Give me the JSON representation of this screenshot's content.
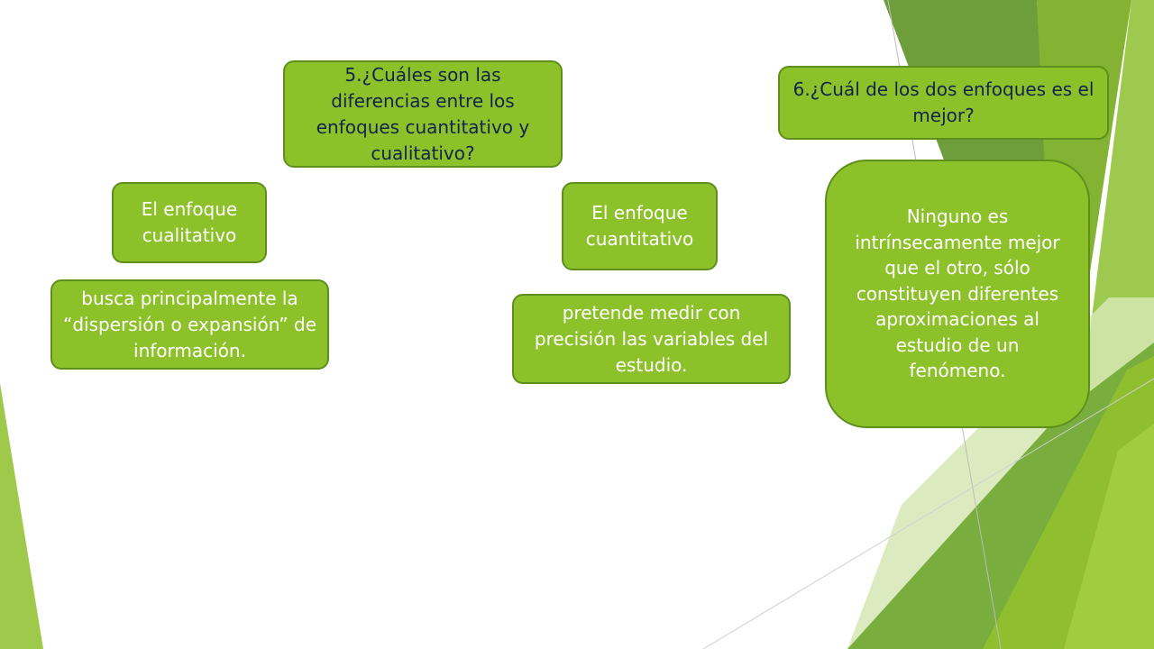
{
  "slide": {
    "question5": "5.¿Cuáles son las diferencias entre los enfoques cuantitativo y cualitativo?",
    "qualitative_title": "El enfoque cualitativo",
    "qualitative_description": "busca principalmente la “dispersión o expansión” de información.",
    "quantitative_title": "El enfoque cuantitativo",
    "quantitative_description": "pretende medir con precisión las variables del estudio.",
    "question6": "6.¿Cuál de los dos enfoques es el mejor?",
    "answer6": "Ninguno es intrínsecamente mejor que el otro, sólo constituyen diferentes aproximaciones al estudio de un fenómeno."
  },
  "colors": {
    "box_fill": "#8dc12a",
    "box_border": "#5e8f1c",
    "question_text": "#13234a",
    "answer_text": "#ffffff"
  }
}
